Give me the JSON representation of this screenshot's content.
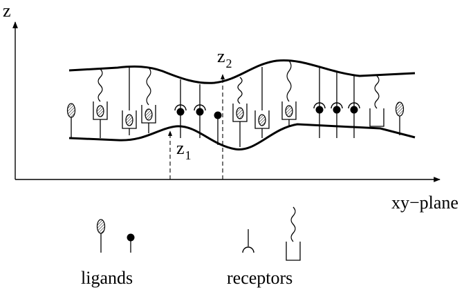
{
  "labels": {
    "z_axis": "z",
    "xy_plane": "xy−plane",
    "z1_main": "z",
    "z1_sub": "1",
    "z2_main": "z",
    "z2_sub": "2",
    "ligands": "ligands",
    "receptors": "receptors"
  },
  "icons": [
    "ellipse-ligand-icon",
    "ball-ligand-icon",
    "cup-receptor-icon",
    "box-receptor-icon"
  ],
  "colors": {
    "ink": "#000000",
    "background": "#ffffff"
  }
}
